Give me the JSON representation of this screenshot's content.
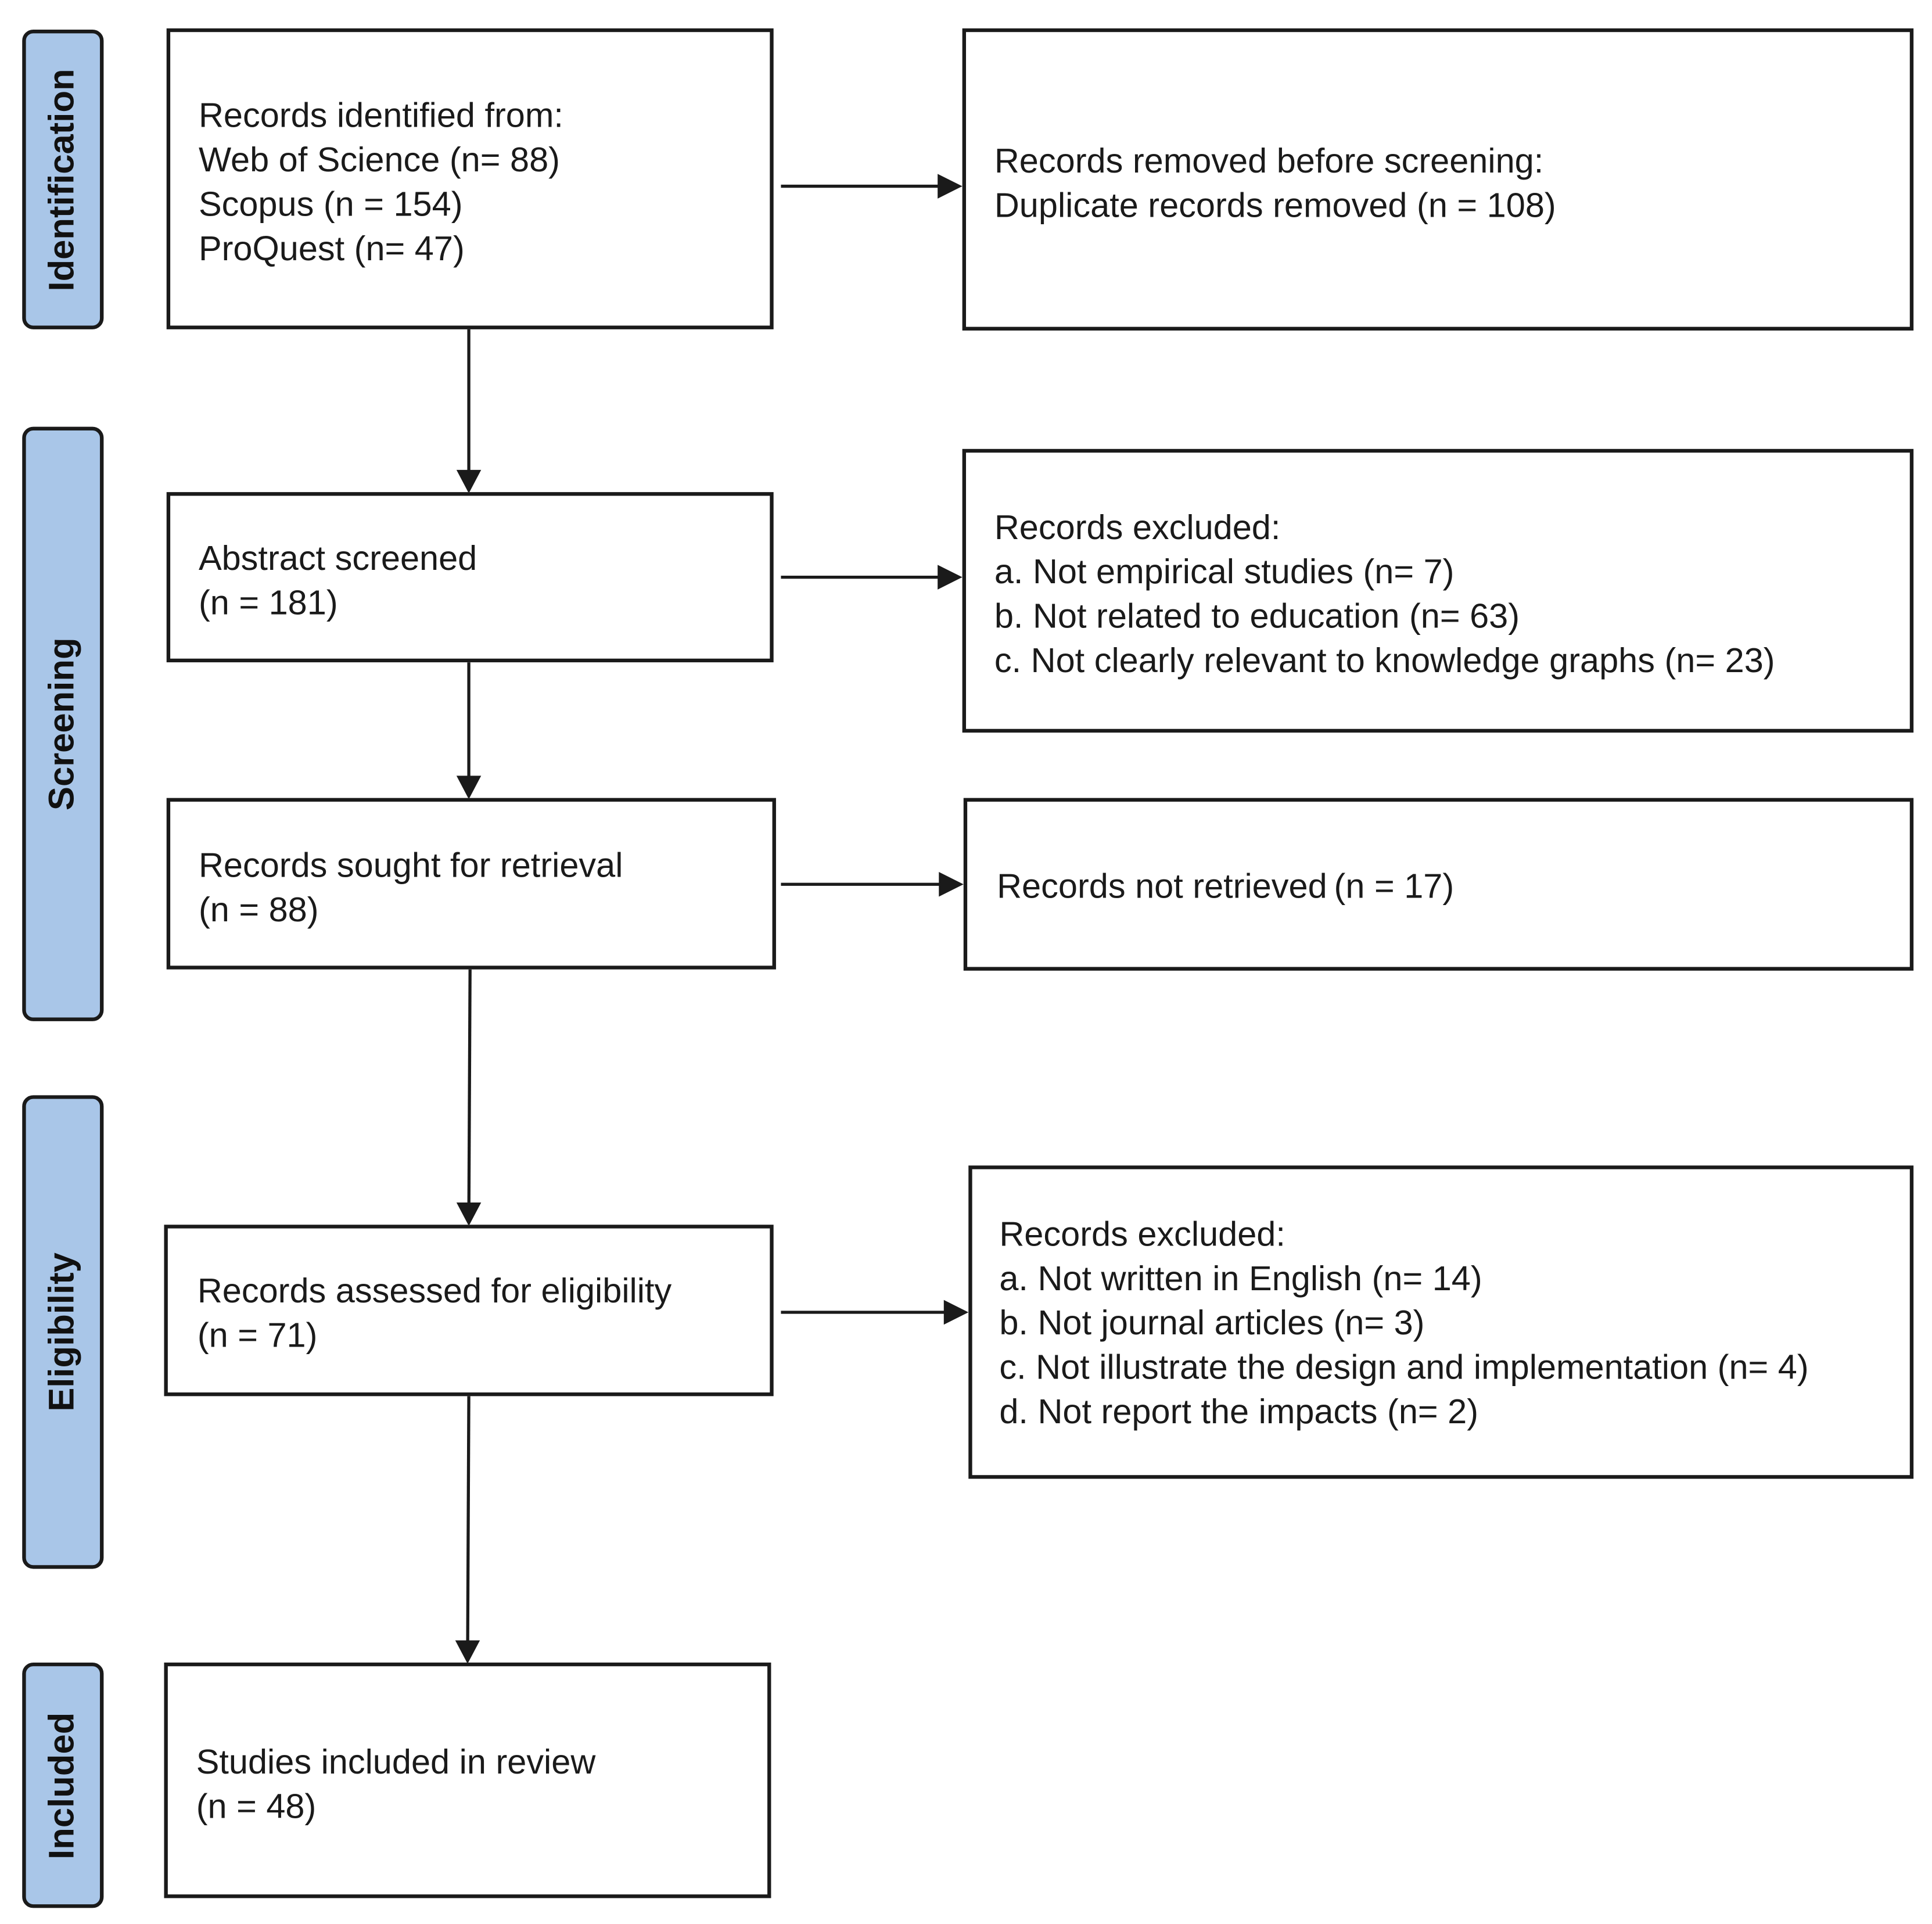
{
  "phases": {
    "identification": "Identification",
    "screening": "Screening",
    "eligibility": "Eligibility",
    "included": "Included"
  },
  "boxes": {
    "identified": {
      "line1": "Records identified from:",
      "line2": "Web of Science (n= 88)",
      "line3": "Scopus (n = 154)",
      "line4": "ProQuest (n= 47)"
    },
    "removed": {
      "line1": "Records removed before screening:",
      "line2": "Duplicate records removed  (n = 108)"
    },
    "abstract_screened": {
      "line1": "Abstract screened",
      "line2": "(n = 181)"
    },
    "excluded_screening": {
      "line1": "Records excluded:",
      "line2": "a. Not empirical studies (n= 7)",
      "line3": "b. Not related to education (n= 63)",
      "line4": "c. Not clearly relevant to knowledge graphs (n= 23)"
    },
    "sought": {
      "line1": "Records sought for retrieval",
      "line2": "(n = 88)"
    },
    "not_retrieved": {
      "line1": "Records not retrieved (n = 17)"
    },
    "assessed": {
      "line1": "Records assessed for eligibility",
      "line2": "(n = 71)"
    },
    "excluded_eligibility": {
      "line1": "Records excluded:",
      "line2": "a. Not written in English (n= 14)",
      "line3": "b. Not journal articles (n= 3)",
      "line4": "c. Not illustrate the design and implementation (n= 4)",
      "line5": "d. Not report the impacts (n= 2)"
    },
    "included": {
      "line1": "Studies included in review",
      "line2": "(n = 48)"
    }
  },
  "colors": {
    "phase_fill": "#a9c6e8",
    "stroke": "#1a1a1a",
    "background": "#ffffff"
  }
}
